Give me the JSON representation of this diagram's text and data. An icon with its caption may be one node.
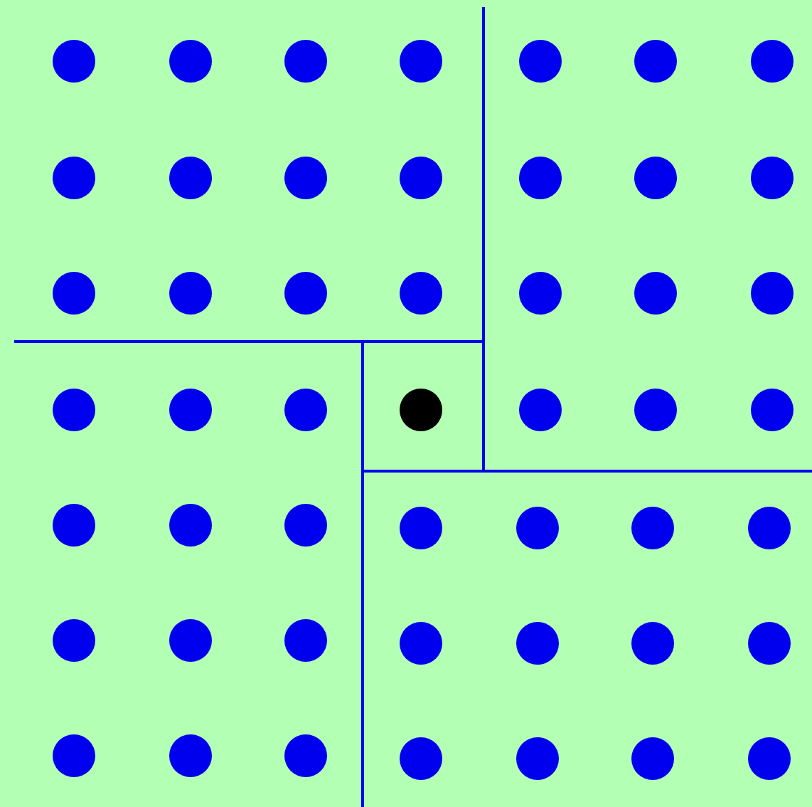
{
  "diagram": {
    "nodes": [
      {
        "text": [],
        "shape": "box"
      },
      {
        "text": [],
        "shape": "box"
      },
      {
        "text": [],
        "shape": "box"
      },
      {
        "text": [],
        "shape": "box"
      },
      {
        "text": [],
        "shape": "box"
      },
      {
        "text": [],
        "shape": "circle",
        "in": 0
      },
      {
        "text": [],
        "shape": "circle",
        "in": 0
      },
      {
        "text": [],
        "shape": "circle",
        "in": 0
      },
      {
        "text": [],
        "shape": "circle",
        "in": 0
      },
      {
        "text": [],
        "shape": "circle",
        "in": 1
      },
      {
        "text": [],
        "shape": "circle",
        "in": 1
      },
      {
        "text": [],
        "shape": "circle",
        "in": 1
      },
      {
        "text": [],
        "shape": "circle",
        "in": 0
      },
      {
        "text": [],
        "shape": "circle",
        "in": 0
      },
      {
        "text": [],
        "shape": "circle",
        "in": 0
      },
      {
        "text": [],
        "shape": "circle",
        "in": 0
      },
      {
        "text": [],
        "shape": "circle",
        "in": 1
      },
      {
        "text": [],
        "shape": "circle",
        "in": 1
      },
      {
        "text": [],
        "shape": "circle",
        "in": 1
      },
      {
        "text": [],
        "shape": "circle",
        "in": 0
      },
      {
        "text": [],
        "shape": "circle",
        "in": 0
      },
      {
        "text": [],
        "shape": "circle",
        "in": 0
      },
      {
        "text": [],
        "shape": "circle",
        "in": 0
      },
      {
        "text": [],
        "shape": "circle",
        "in": 1
      },
      {
        "text": [],
        "shape": "circle",
        "in": 1
      },
      {
        "text": [],
        "shape": "circle",
        "in": 1
      },
      {
        "text": [],
        "shape": "circle",
        "in": 3
      },
      {
        "text": [],
        "shape": "circle",
        "in": 3
      },
      {
        "text": [],
        "shape": "circle",
        "in": 3
      },
      {
        "text": [],
        "shape": "circle",
        "in": 2
      },
      {
        "text": [],
        "shape": "circle",
        "in": 1
      },
      {
        "text": [],
        "shape": "circle",
        "in": 1
      },
      {
        "text": [],
        "shape": "circle",
        "in": 1
      },
      {
        "text": [],
        "shape": "circle",
        "in": 3
      },
      {
        "text": [],
        "shape": "circle",
        "in": 3
      },
      {
        "text": [],
        "shape": "circle",
        "in": 3
      },
      {
        "text": [],
        "shape": "circle",
        "in": 4
      },
      {
        "text": [],
        "shape": "circle",
        "in": 4
      },
      {
        "text": [],
        "shape": "circle",
        "in": 4
      },
      {
        "text": [],
        "shape": "circle",
        "in": 4
      },
      {
        "text": [],
        "shape": "circle",
        "in": 3
      },
      {
        "text": [],
        "shape": "circle",
        "in": 3
      },
      {
        "text": [],
        "shape": "circle",
        "in": 3
      },
      {
        "text": [],
        "shape": "circle",
        "in": 4
      },
      {
        "text": [],
        "shape": "circle",
        "in": 4
      },
      {
        "text": [],
        "shape": "circle",
        "in": 4
      },
      {
        "text": [],
        "shape": "circle",
        "in": 4
      },
      {
        "text": [],
        "shape": "circle",
        "in": 3
      },
      {
        "text": [],
        "shape": "circle",
        "in": 3
      },
      {
        "text": [],
        "shape": "circle",
        "in": 3
      },
      {
        "text": [],
        "shape": "circle",
        "in": 4
      },
      {
        "text": [],
        "shape": "circle",
        "in": 4
      },
      {
        "text": [],
        "shape": "circle",
        "in": 4
      },
      {
        "text": [],
        "shape": "circle",
        "in": 4
      }
    ]
  }
}
